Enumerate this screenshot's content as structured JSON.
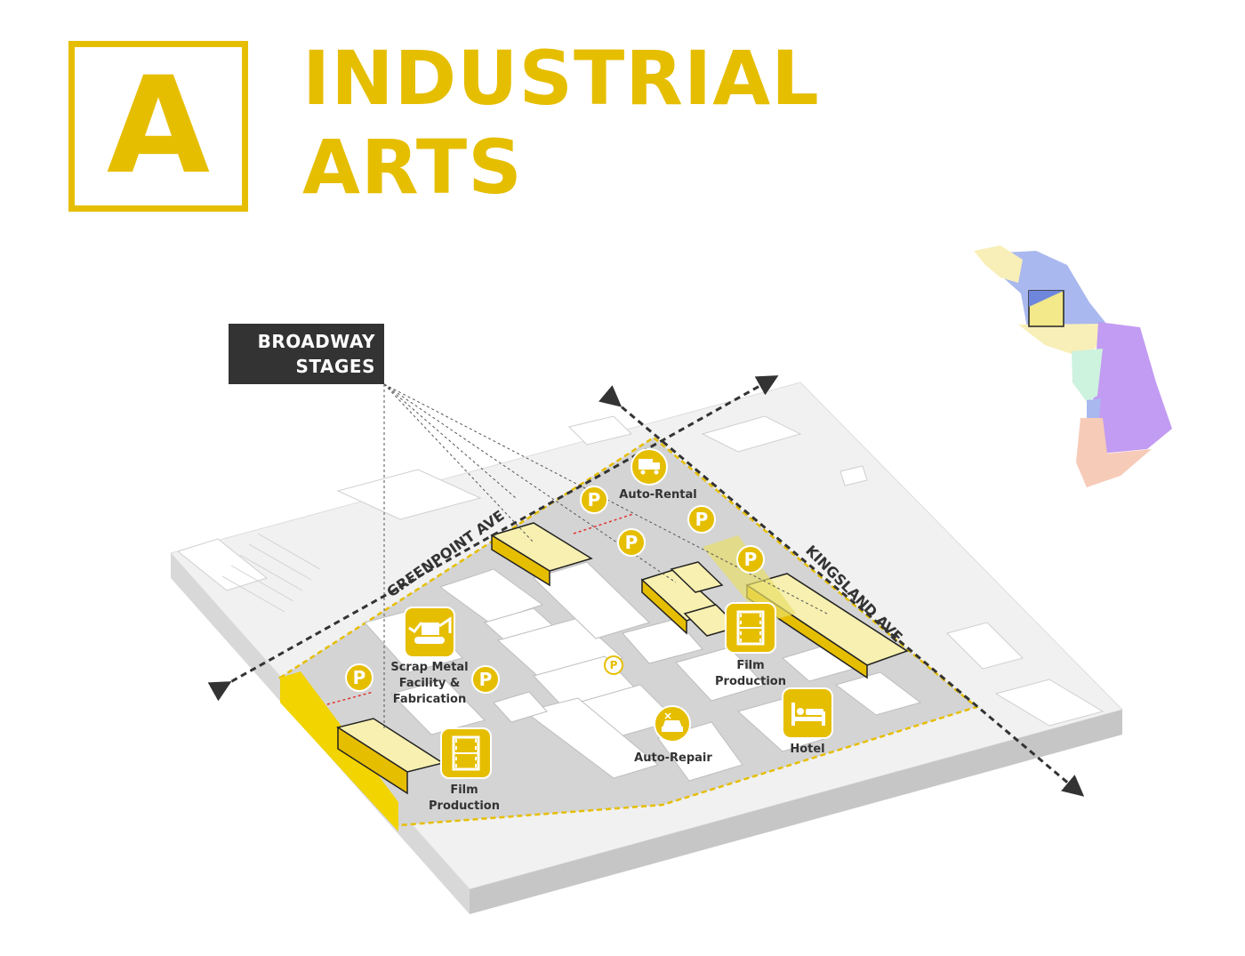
{
  "header": {
    "badge_letter": "A",
    "title_line1": "INDUSTRIAL",
    "title_line2": "ARTS"
  },
  "callout": {
    "line1": "BROADWAY",
    "line2": "STAGES"
  },
  "streets": {
    "greenpoint": "GREENPOINT AVE",
    "kingsland": "KINGSLAND AVE"
  },
  "uses": {
    "auto_rental": "Auto-Rental",
    "scrap_1": "Scrap Metal",
    "scrap_2": "Facility &",
    "scrap_3": "Fabrication",
    "film_a_1": "Film",
    "film_a_2": "Production",
    "film_b_1": "Film",
    "film_b_2": "Production",
    "auto_repair": "Auto-Repair",
    "hotel": "Hotel"
  },
  "parking_symbol": "P",
  "colors": {
    "accent_yellow": "#e6be00",
    "highlight_yellow": "#f7f0b0",
    "road_gray": "#c8c8c8",
    "dark_label": "#333333",
    "map_blue": "#a9b8ee",
    "map_purple": "#c29bf2",
    "map_mint": "#cdf2de",
    "map_peach": "#f6cbb8",
    "map_cream": "#f8efb8"
  },
  "icons": [
    "excavator-icon",
    "film-icon",
    "truck-icon",
    "car-repair-icon",
    "bed-icon",
    "parking-icon"
  ]
}
